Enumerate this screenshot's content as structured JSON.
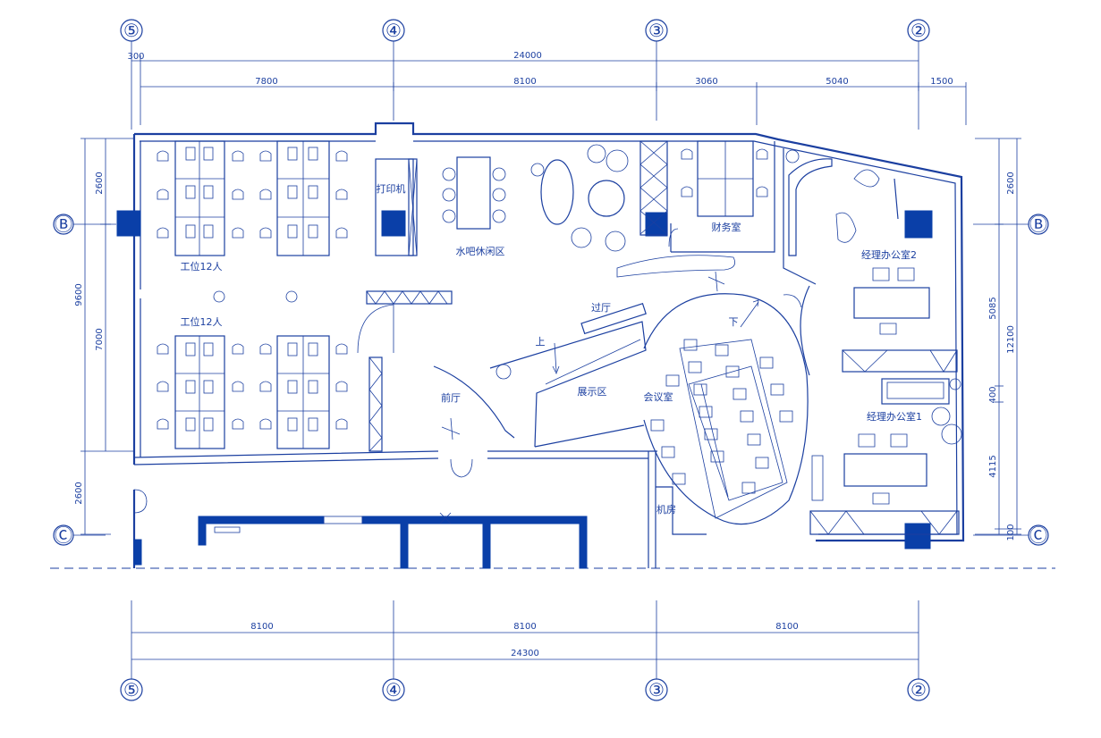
{
  "colors": {
    "line": "#1b3fa0",
    "column": "#0a3fa8",
    "background": "#ffffff"
  },
  "axes": {
    "top": [
      "⑤",
      "④",
      "③",
      "②"
    ],
    "bottom": [
      "⑤",
      "④",
      "③",
      "②"
    ],
    "left": [
      "Ⓑ",
      "Ⓒ"
    ],
    "right": [
      "Ⓑ",
      "Ⓒ"
    ]
  },
  "dimensions": {
    "top_offset": "300",
    "top_total": "24000",
    "top_segments": [
      "7800",
      "8100",
      "3060",
      "5040",
      "1500"
    ],
    "left_segments": [
      "2600",
      "9600",
      "7000",
      "2600"
    ],
    "right_segments": [
      "2600",
      "5085",
      "12100",
      "400",
      "4115",
      "100"
    ],
    "bottom_segments": [
      "8100",
      "8100",
      "8100"
    ],
    "bottom_total": "24300"
  },
  "rooms": {
    "workstation_top": "工位12人",
    "workstation_bottom": "工位12人",
    "print_room": "打印机",
    "water_bar": "水吧休闲区",
    "finance_room": "财务室",
    "manager_office_2": "经理办公室2",
    "manager_office_1": "经理办公室1",
    "corridor": "过厅",
    "front_hall": "前厅",
    "exhibition": "展示区",
    "meeting_room": "会议室",
    "server_room": "机房",
    "stair_up": "上",
    "stair_down": "下"
  }
}
